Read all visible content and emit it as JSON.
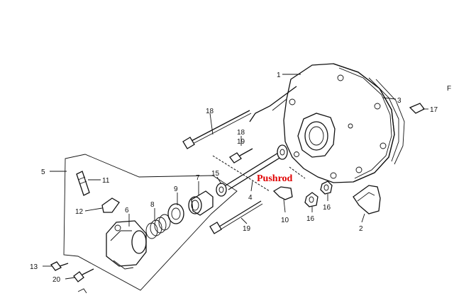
{
  "diagram": {
    "highlight_label": "Pushrod",
    "highlight_color": "#e00000",
    "callouts": [
      {
        "id": "c1",
        "text": "1"
      },
      {
        "id": "c3",
        "text": "3"
      },
      {
        "id": "c17",
        "text": "17"
      },
      {
        "id": "c18a",
        "text": "18"
      },
      {
        "id": "c18b",
        "text": "18"
      },
      {
        "id": "c19a",
        "text": "19"
      },
      {
        "id": "c19b",
        "text": "19"
      },
      {
        "id": "c5",
        "text": "5"
      },
      {
        "id": "c11",
        "text": "11"
      },
      {
        "id": "c12",
        "text": "12"
      },
      {
        "id": "c6",
        "text": "6"
      },
      {
        "id": "c8",
        "text": "8"
      },
      {
        "id": "c9",
        "text": "9"
      },
      {
        "id": "c7",
        "text": "7"
      },
      {
        "id": "c15",
        "text": "15"
      },
      {
        "id": "c4",
        "text": "4"
      },
      {
        "id": "c10",
        "text": "10"
      },
      {
        "id": "c16a",
        "text": "16"
      },
      {
        "id": "c16b",
        "text": "16"
      },
      {
        "id": "c2",
        "text": "2"
      },
      {
        "id": "c13",
        "text": "13"
      },
      {
        "id": "c20",
        "text": "20"
      },
      {
        "id": "cF",
        "text": "F"
      }
    ]
  }
}
